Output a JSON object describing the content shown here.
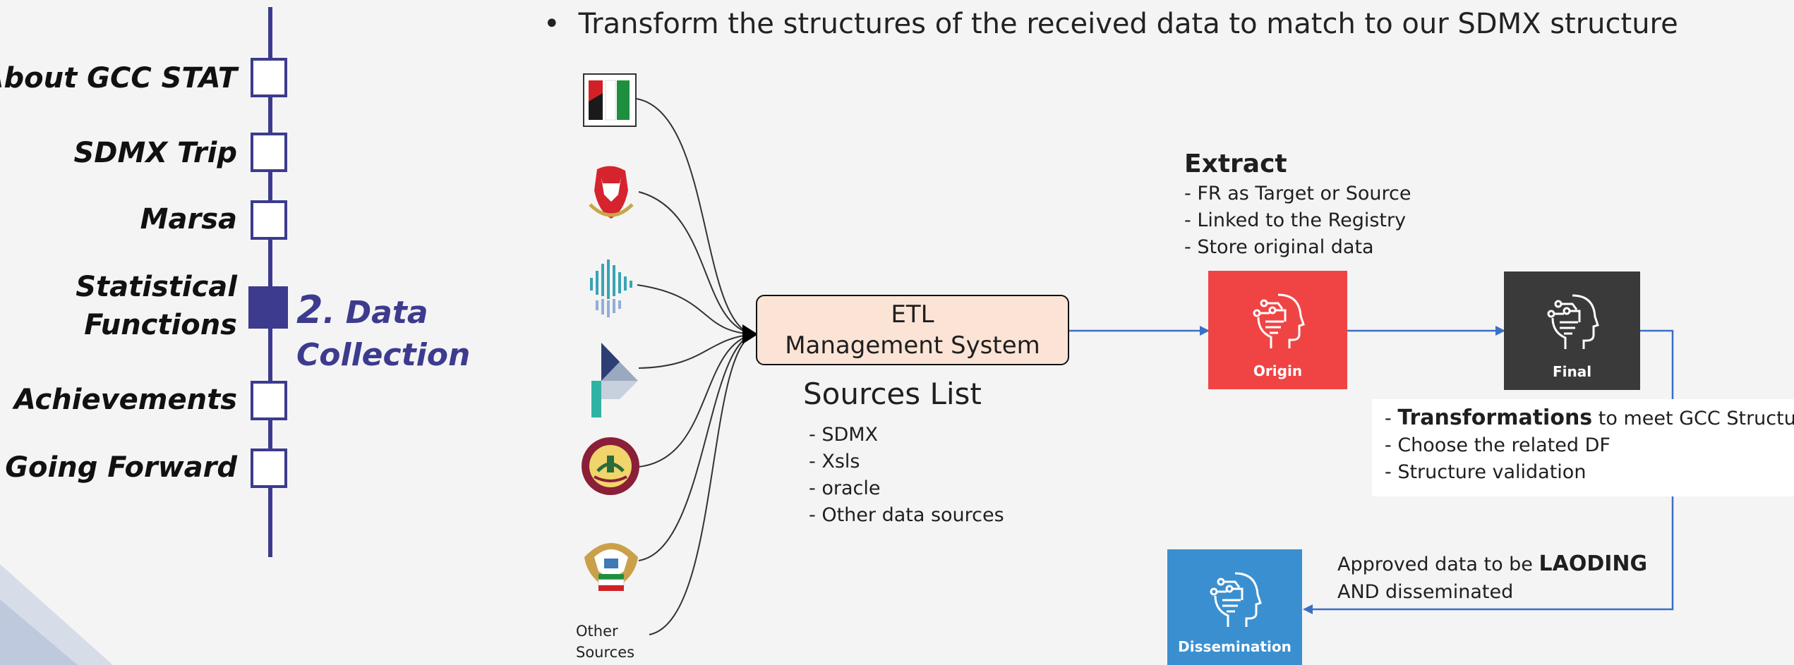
{
  "timeline": {
    "items": [
      {
        "label": "About GCC STAT"
      },
      {
        "label": "SDMX Trip"
      },
      {
        "label": "Marsa"
      },
      {
        "label_line1": "Statistical",
        "label_line2": "Functions"
      },
      {
        "label": "Achievements"
      },
      {
        "label": "Going Forward"
      }
    ],
    "active_number": "2",
    "active_label_line1": ". Data",
    "active_label_line2": "Collection",
    "color": "#3c3b8e"
  },
  "header": {
    "bullet": "•",
    "text": "Transform the structures of the received data to match to our SDMX structure"
  },
  "sources": {
    "other_label_line1": "Other",
    "other_label_line2": "Sources"
  },
  "etl": {
    "line1": "ETL",
    "line2": "Management System",
    "fill_color": "#fbe4d5"
  },
  "sources_list": {
    "title": "Sources List",
    "items": [
      "- SDMX",
      "- Xsls",
      "- oracle",
      "- Other data sources"
    ]
  },
  "extract": {
    "title": "Extract",
    "items": [
      "- FR as Target or Source",
      "- Linked to the Registry",
      "- Store original data"
    ]
  },
  "stages": {
    "origin": {
      "caption": "Origin",
      "color": "#f04444"
    },
    "final": {
      "caption": "Final",
      "color": "#3a3a3a"
    },
    "dissemination": {
      "caption": "Dissemination",
      "color": "#3a8fd0"
    }
  },
  "transformations": {
    "line1_prefix": "- ",
    "line1_bold": "Transformations",
    "line1_rest": " to meet GCC Structure",
    "line2": "- Choose the related DF",
    "line3": "- Structure validation"
  },
  "approved": {
    "line1_text": "Approved data to be ",
    "line1_bold": "LAODING",
    "line2": "AND disseminated"
  },
  "colors": {
    "arrow": "#3a6fc4",
    "connector": "#333333"
  }
}
